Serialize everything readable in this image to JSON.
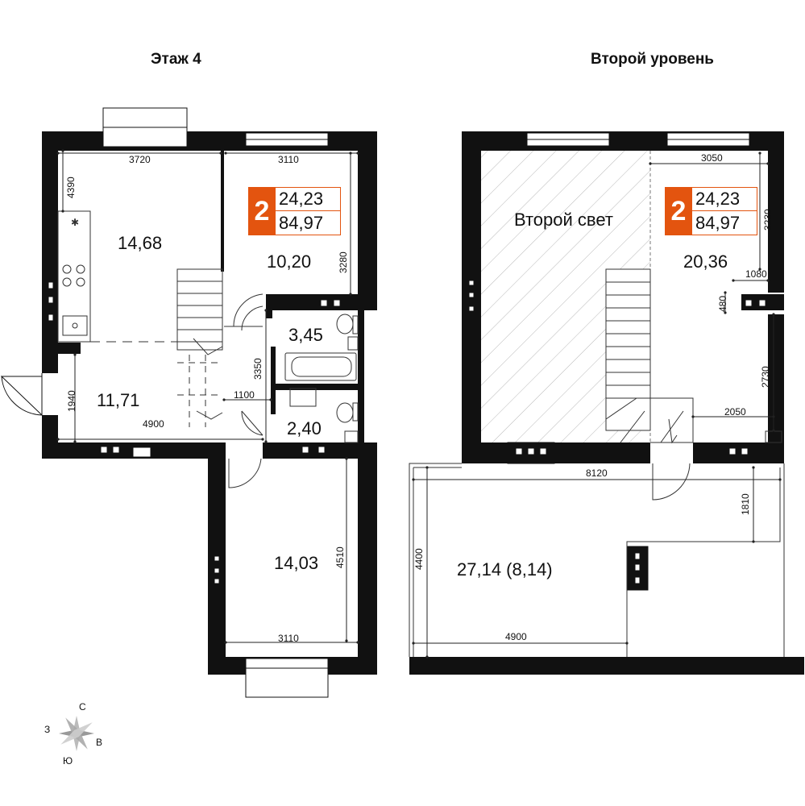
{
  "titles": {
    "floor4": "Этаж 4",
    "level2": "Второй уровень"
  },
  "badge": {
    "rooms": "2",
    "living_area": "24,23",
    "total_area": "84,97"
  },
  "floor4": {
    "areas": {
      "room_a": "14,68",
      "room_b": "10,20",
      "bath": "3,45",
      "hall": "11,71",
      "wc": "2,40",
      "room_c": "14,03"
    },
    "dims": {
      "d3720": "3720",
      "d3110_top": "3110",
      "d4390": "4390",
      "d3280": "3280",
      "d3350": "3350",
      "d1100": "1100",
      "d1940": "1940",
      "d4900": "4900",
      "d4510": "4510",
      "d3110_bottom": "3110"
    }
  },
  "level2": {
    "second_light": "Второй свет",
    "areas": {
      "room": "20,36",
      "terrace": "27,14 (8,14)"
    },
    "dims": {
      "d3050": "3050",
      "d3230": "3230",
      "d1080": "1080",
      "d480": "480",
      "d2730": "2730",
      "d2050": "2050",
      "d8120": "8120",
      "d1810": "1810",
      "d4400": "4400",
      "d4900": "4900"
    }
  },
  "compass": {
    "n": "С",
    "e": "В",
    "s": "Ю",
    "w": "З"
  }
}
